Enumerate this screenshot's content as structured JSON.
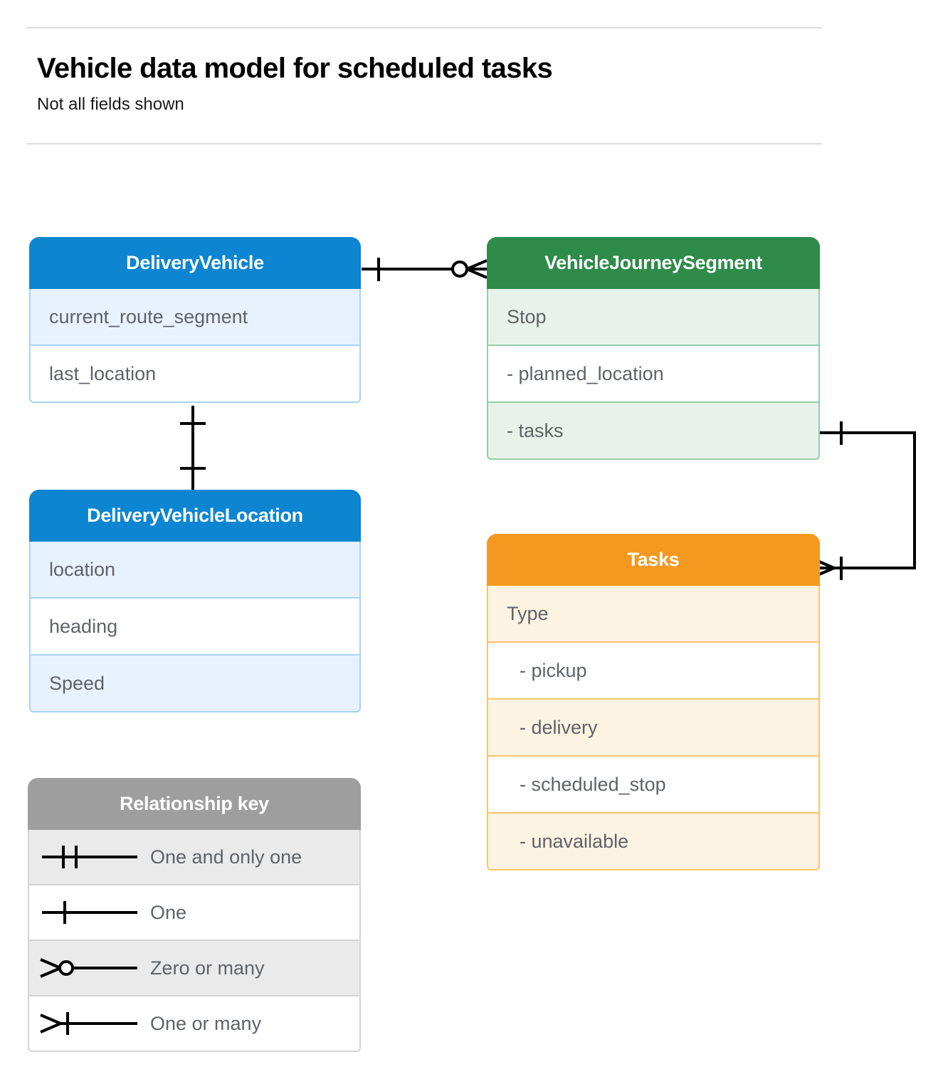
{
  "header": {
    "title": "Vehicle data model for scheduled tasks",
    "subtitle": "Not all fields shown"
  },
  "entities": {
    "delivery_vehicle": {
      "name": "DeliveryVehicle",
      "color": "#0d85d1",
      "rows": [
        {
          "label": "current_route_segment"
        },
        {
          "label": "last_location"
        }
      ]
    },
    "delivery_vehicle_location": {
      "name": "DeliveryVehicleLocation",
      "color": "#0d85d1",
      "rows": [
        {
          "label": "location"
        },
        {
          "label": "heading"
        },
        {
          "label": "Speed"
        }
      ]
    },
    "vehicle_journey_segment": {
      "name": "VehicleJourneySegment",
      "color": "#2e8b4a",
      "rows": [
        {
          "label": "Stop"
        },
        {
          "label": "-  planned_location"
        },
        {
          "label": "- tasks"
        }
      ]
    },
    "tasks": {
      "name": "Tasks",
      "color": "#f59820",
      "rows": [
        {
          "label": "Type"
        },
        {
          "label": "-  pickup"
        },
        {
          "label": "-  delivery"
        },
        {
          "label": "-  scheduled_stop"
        },
        {
          "label": "-  unavailable"
        }
      ]
    }
  },
  "legend": {
    "title": "Relationship key",
    "color": "#9e9e9e",
    "rows": [
      {
        "symbol": "one-and-only-one",
        "label": "One and only one"
      },
      {
        "symbol": "one",
        "label": "One"
      },
      {
        "symbol": "zero-or-many",
        "label": "Zero or many"
      },
      {
        "symbol": "one-or-many",
        "label": "One or many"
      }
    ]
  },
  "relationships": [
    {
      "id": "vehicle-to-segment",
      "from": "DeliveryVehicle",
      "to": "VehicleJourneySegment",
      "from_cardinality": "one",
      "to_cardinality": "zero-or-many"
    },
    {
      "id": "vehicle-to-location",
      "from": "DeliveryVehicle",
      "to": "DeliveryVehicleLocation",
      "from_cardinality": "one",
      "to_cardinality": "one"
    },
    {
      "id": "segment-to-tasks",
      "from": "VehicleJourneySegment",
      "to": "Tasks",
      "from_cardinality": "one",
      "to_cardinality": "one-or-many"
    }
  ]
}
